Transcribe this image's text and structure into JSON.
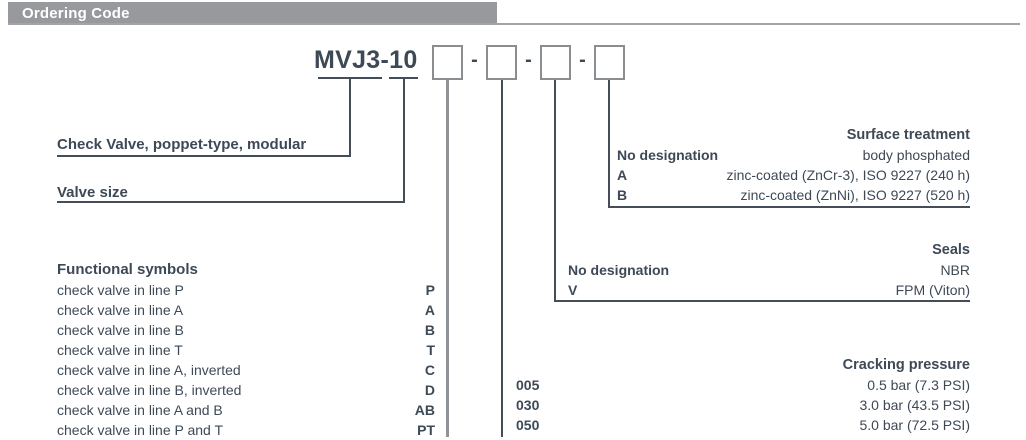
{
  "page": {
    "title": "Ordering Code"
  },
  "model": {
    "code": "MVJ3-10",
    "separator": "-"
  },
  "labels": {
    "check_valve": "Check Valve, poppet-type, modular",
    "valve_size": "Valve size"
  },
  "functional": {
    "header": "Functional symbols",
    "rows": [
      {
        "label": "check valve in line P",
        "code": "P"
      },
      {
        "label": "check valve in line A",
        "code": "A"
      },
      {
        "label": "check valve in line B",
        "code": "B"
      },
      {
        "label": "check valve in line T",
        "code": "T"
      },
      {
        "label": "check valve in line A, inverted",
        "code": "C"
      },
      {
        "label": "check valve in line B, inverted",
        "code": "D"
      },
      {
        "label": "check valve in line A and B",
        "code": "AB"
      },
      {
        "label": "check valve in line P and T",
        "code": "PT"
      }
    ]
  },
  "surface": {
    "header": "Surface treatment",
    "rows": [
      {
        "code": "No designation",
        "value": "body phosphated"
      },
      {
        "code": "A",
        "value": "zinc-coated (ZnCr-3), ISO 9227 (240 h)"
      },
      {
        "code": "B",
        "value": "zinc-coated (ZnNi), ISO 9227 (520 h)"
      }
    ]
  },
  "seals": {
    "header": "Seals",
    "rows": [
      {
        "code": "No designation",
        "value": "NBR"
      },
      {
        "code": "V",
        "value": "FPM (Viton)"
      }
    ]
  },
  "cracking": {
    "header": "Cracking pressure",
    "rows": [
      {
        "code": "005",
        "value": "0.5 bar (7.3 PSI)"
      },
      {
        "code": "030",
        "value": "3.0 bar (43.5 PSI)"
      },
      {
        "code": "050",
        "value": "5.0 bar (72.5 PSI)"
      }
    ]
  },
  "colors": {
    "header_bar": "#97999d",
    "header_text": "#ffffff",
    "body_text": "#3e4956",
    "box_border": "#8b8e91",
    "connector_dark": "#454e58",
    "connector_gray": "#8f9296"
  }
}
